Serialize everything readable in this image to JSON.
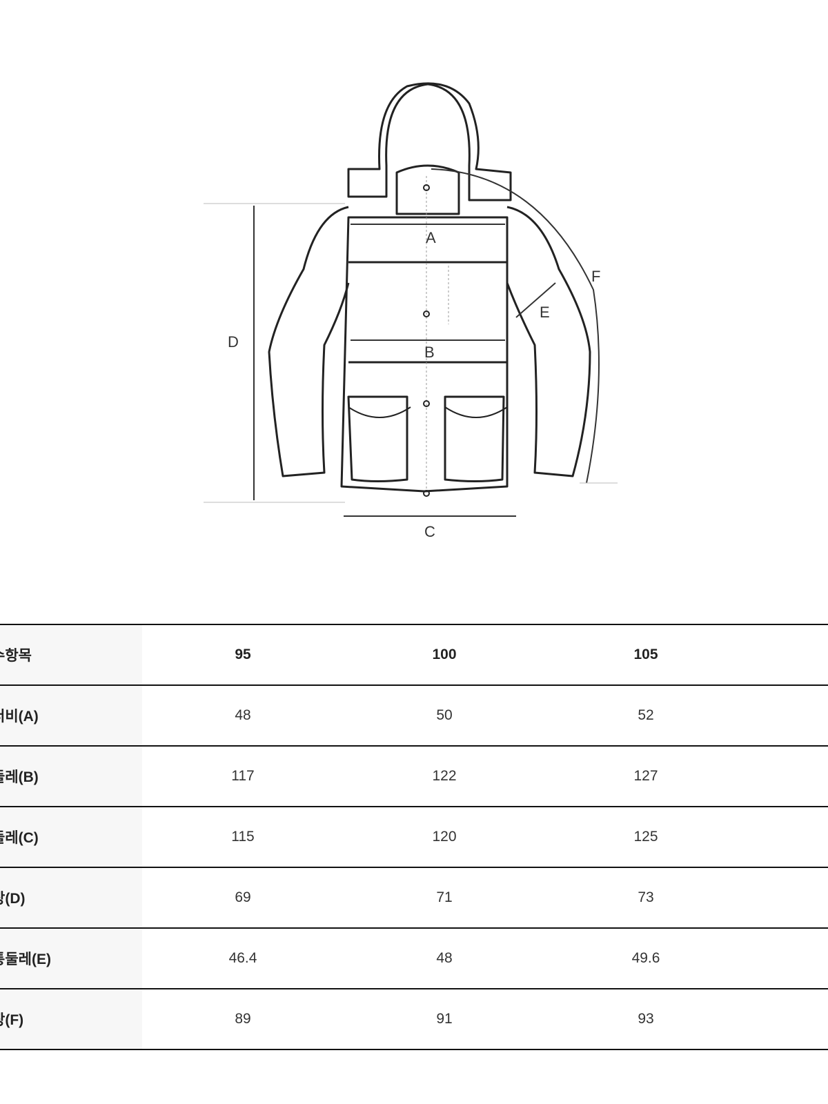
{
  "diagram": {
    "labels": {
      "A": "A",
      "B": "B",
      "C": "C",
      "D": "D",
      "E": "E",
      "F": "F"
    }
  },
  "table": {
    "header": {
      "label": "수항목",
      "sizes": [
        "95",
        "100",
        "105"
      ]
    },
    "rows": [
      {
        "label": "너비(A)",
        "values": [
          "48",
          "50",
          "52"
        ]
      },
      {
        "label": "둘레(B)",
        "values": [
          "117",
          "122",
          "127"
        ]
      },
      {
        "label": "둘레(C)",
        "values": [
          "115",
          "120",
          "125"
        ]
      },
      {
        "label": "장(D)",
        "values": [
          "69",
          "71",
          "73"
        ]
      },
      {
        "label": "통둘레(E)",
        "values": [
          "46.4",
          "48",
          "49.6"
        ]
      },
      {
        "label": "장(F)",
        "values": [
          "89",
          "91",
          "93"
        ]
      }
    ]
  }
}
